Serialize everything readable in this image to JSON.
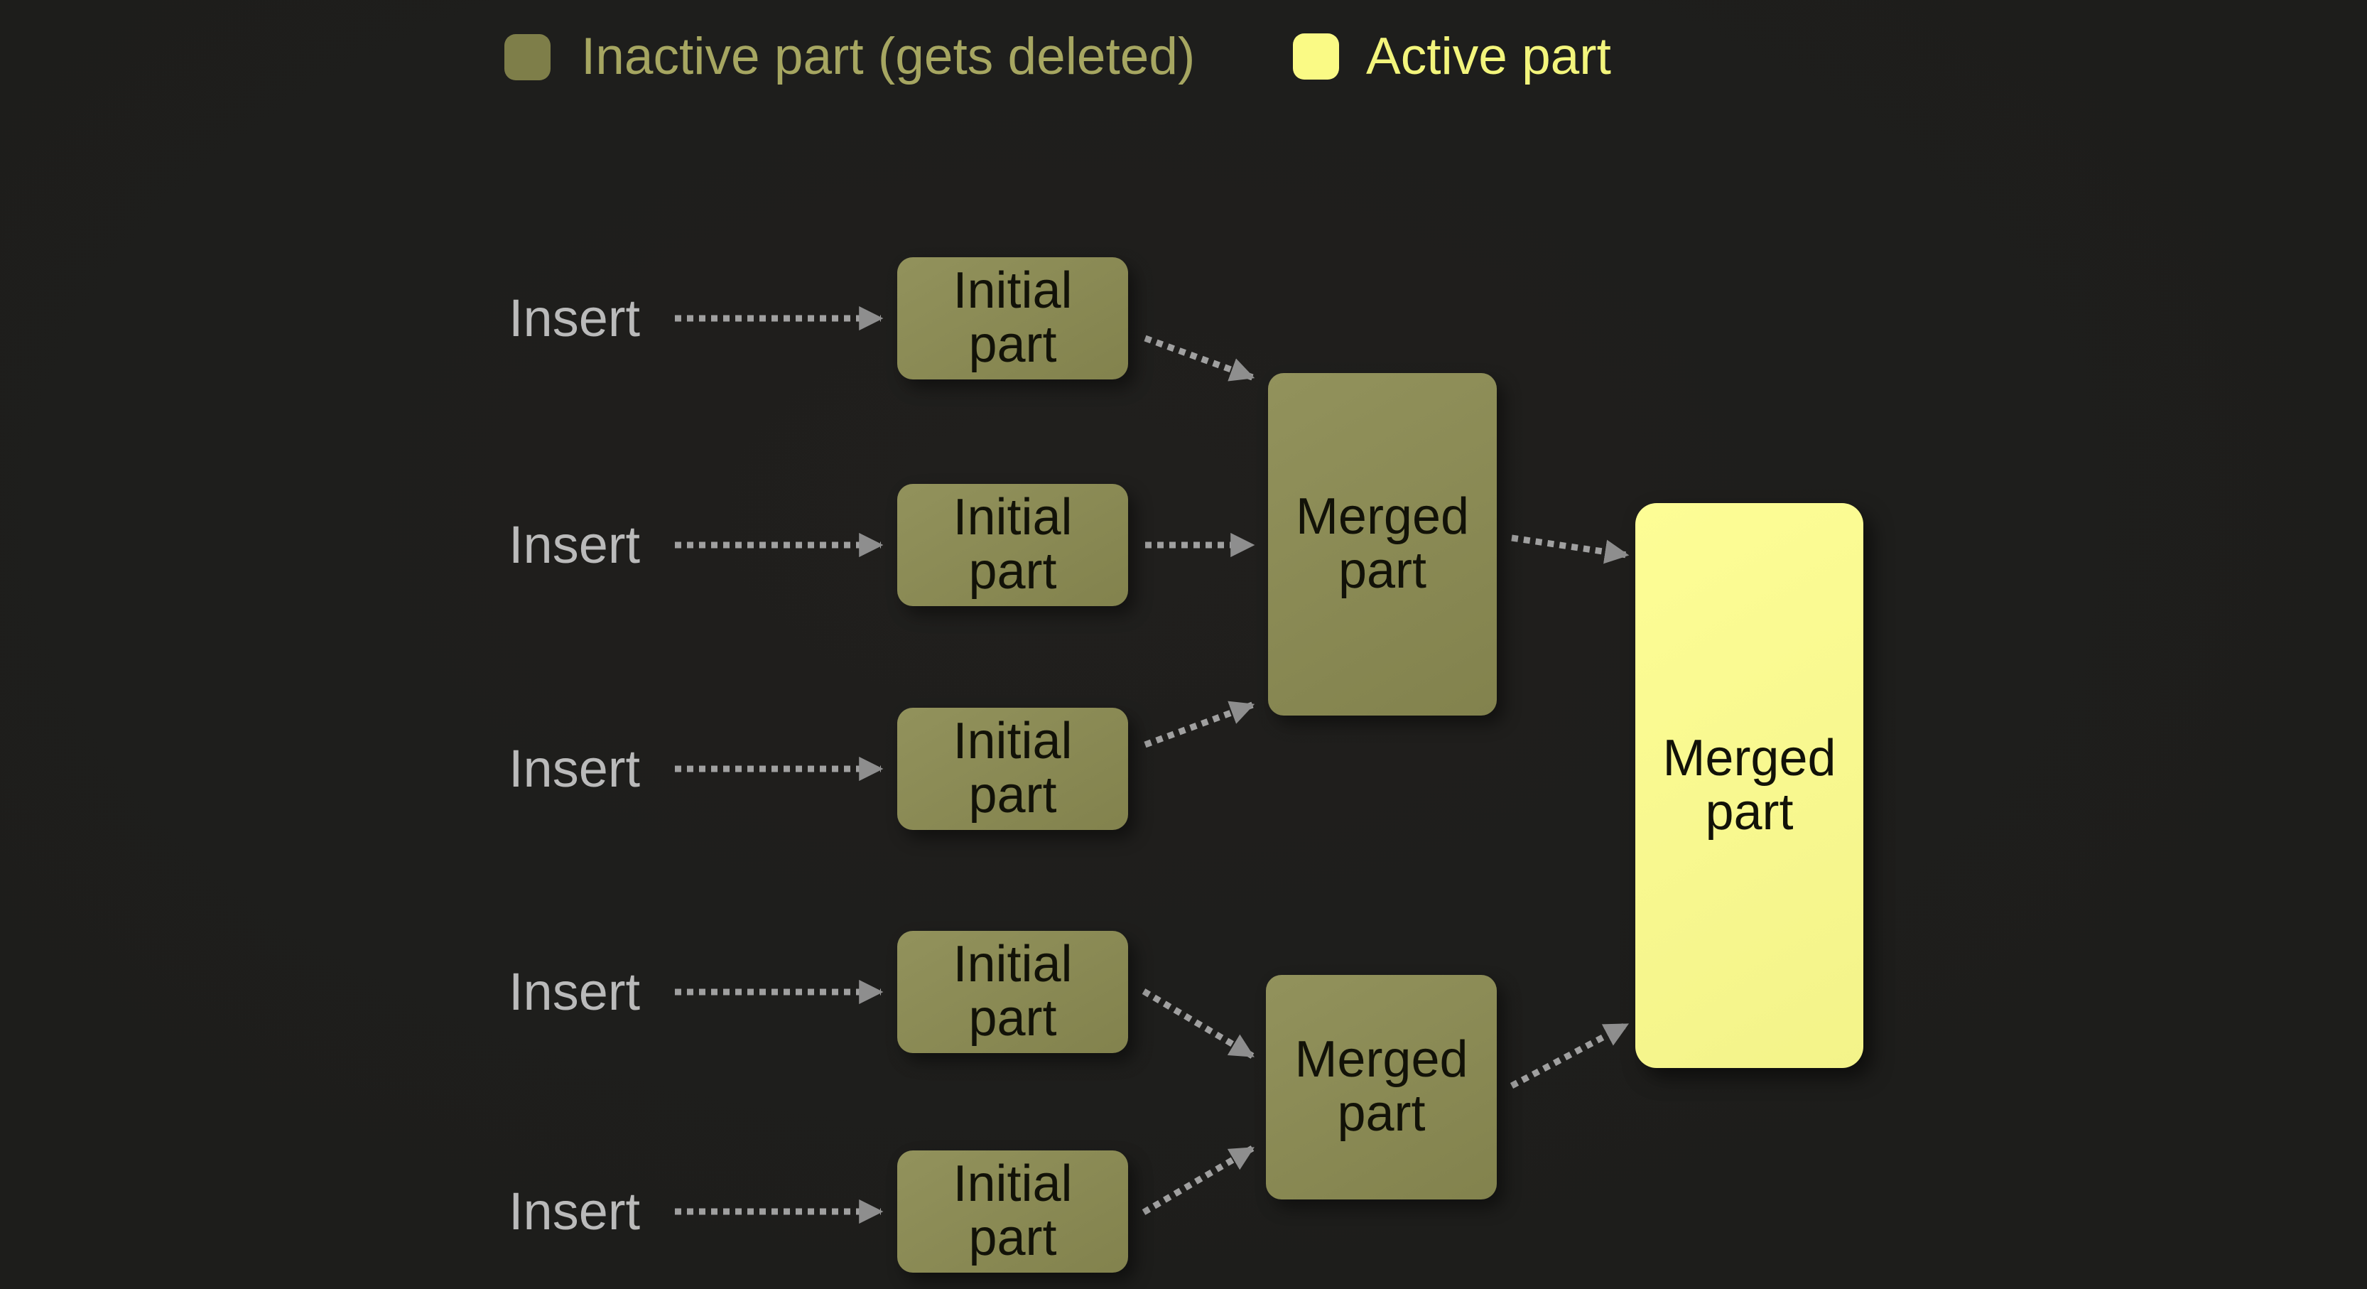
{
  "legend": {
    "inactive_label": "Inactive part (gets deleted)",
    "active_label": "Active part"
  },
  "diagram": {
    "rows": [
      {
        "insert": "Insert",
        "node": "Initial part"
      },
      {
        "insert": "Insert",
        "node": "Initial part"
      },
      {
        "insert": "Insert",
        "node": "Initial part"
      },
      {
        "insert": "Insert",
        "node": "Initial part"
      },
      {
        "insert": "Insert",
        "node": "Initial part"
      }
    ],
    "merged_top": "Merged part",
    "merged_bottom": "Merged part",
    "merged_final": "Merged part",
    "edges": [
      "insert-1 -> initial-1",
      "insert-2 -> initial-2",
      "insert-3 -> initial-3",
      "insert-4 -> initial-4",
      "insert-5 -> initial-5",
      "initial-1 -> merged-top",
      "initial-2 -> merged-top",
      "initial-3 -> merged-top",
      "initial-4 -> merged-bottom",
      "initial-5 -> merged-bottom",
      "merged-top -> merged-final",
      "merged-bottom -> merged-final"
    ]
  },
  "colors": {
    "background": "#1d1d1b",
    "inactive-fill": "#8c8c53",
    "active-fill": "#fdfd8f",
    "swatch-inactive": "#7e7e49",
    "swatch-active": "#fafa85",
    "legend-inactive-text": "#a6a661",
    "legend-active-text": "#f3f57c",
    "insert-text": "#bababa",
    "arrow": "#a0a0a0",
    "arrow-head": "#8e8e8e",
    "node-text": "#121208"
  }
}
